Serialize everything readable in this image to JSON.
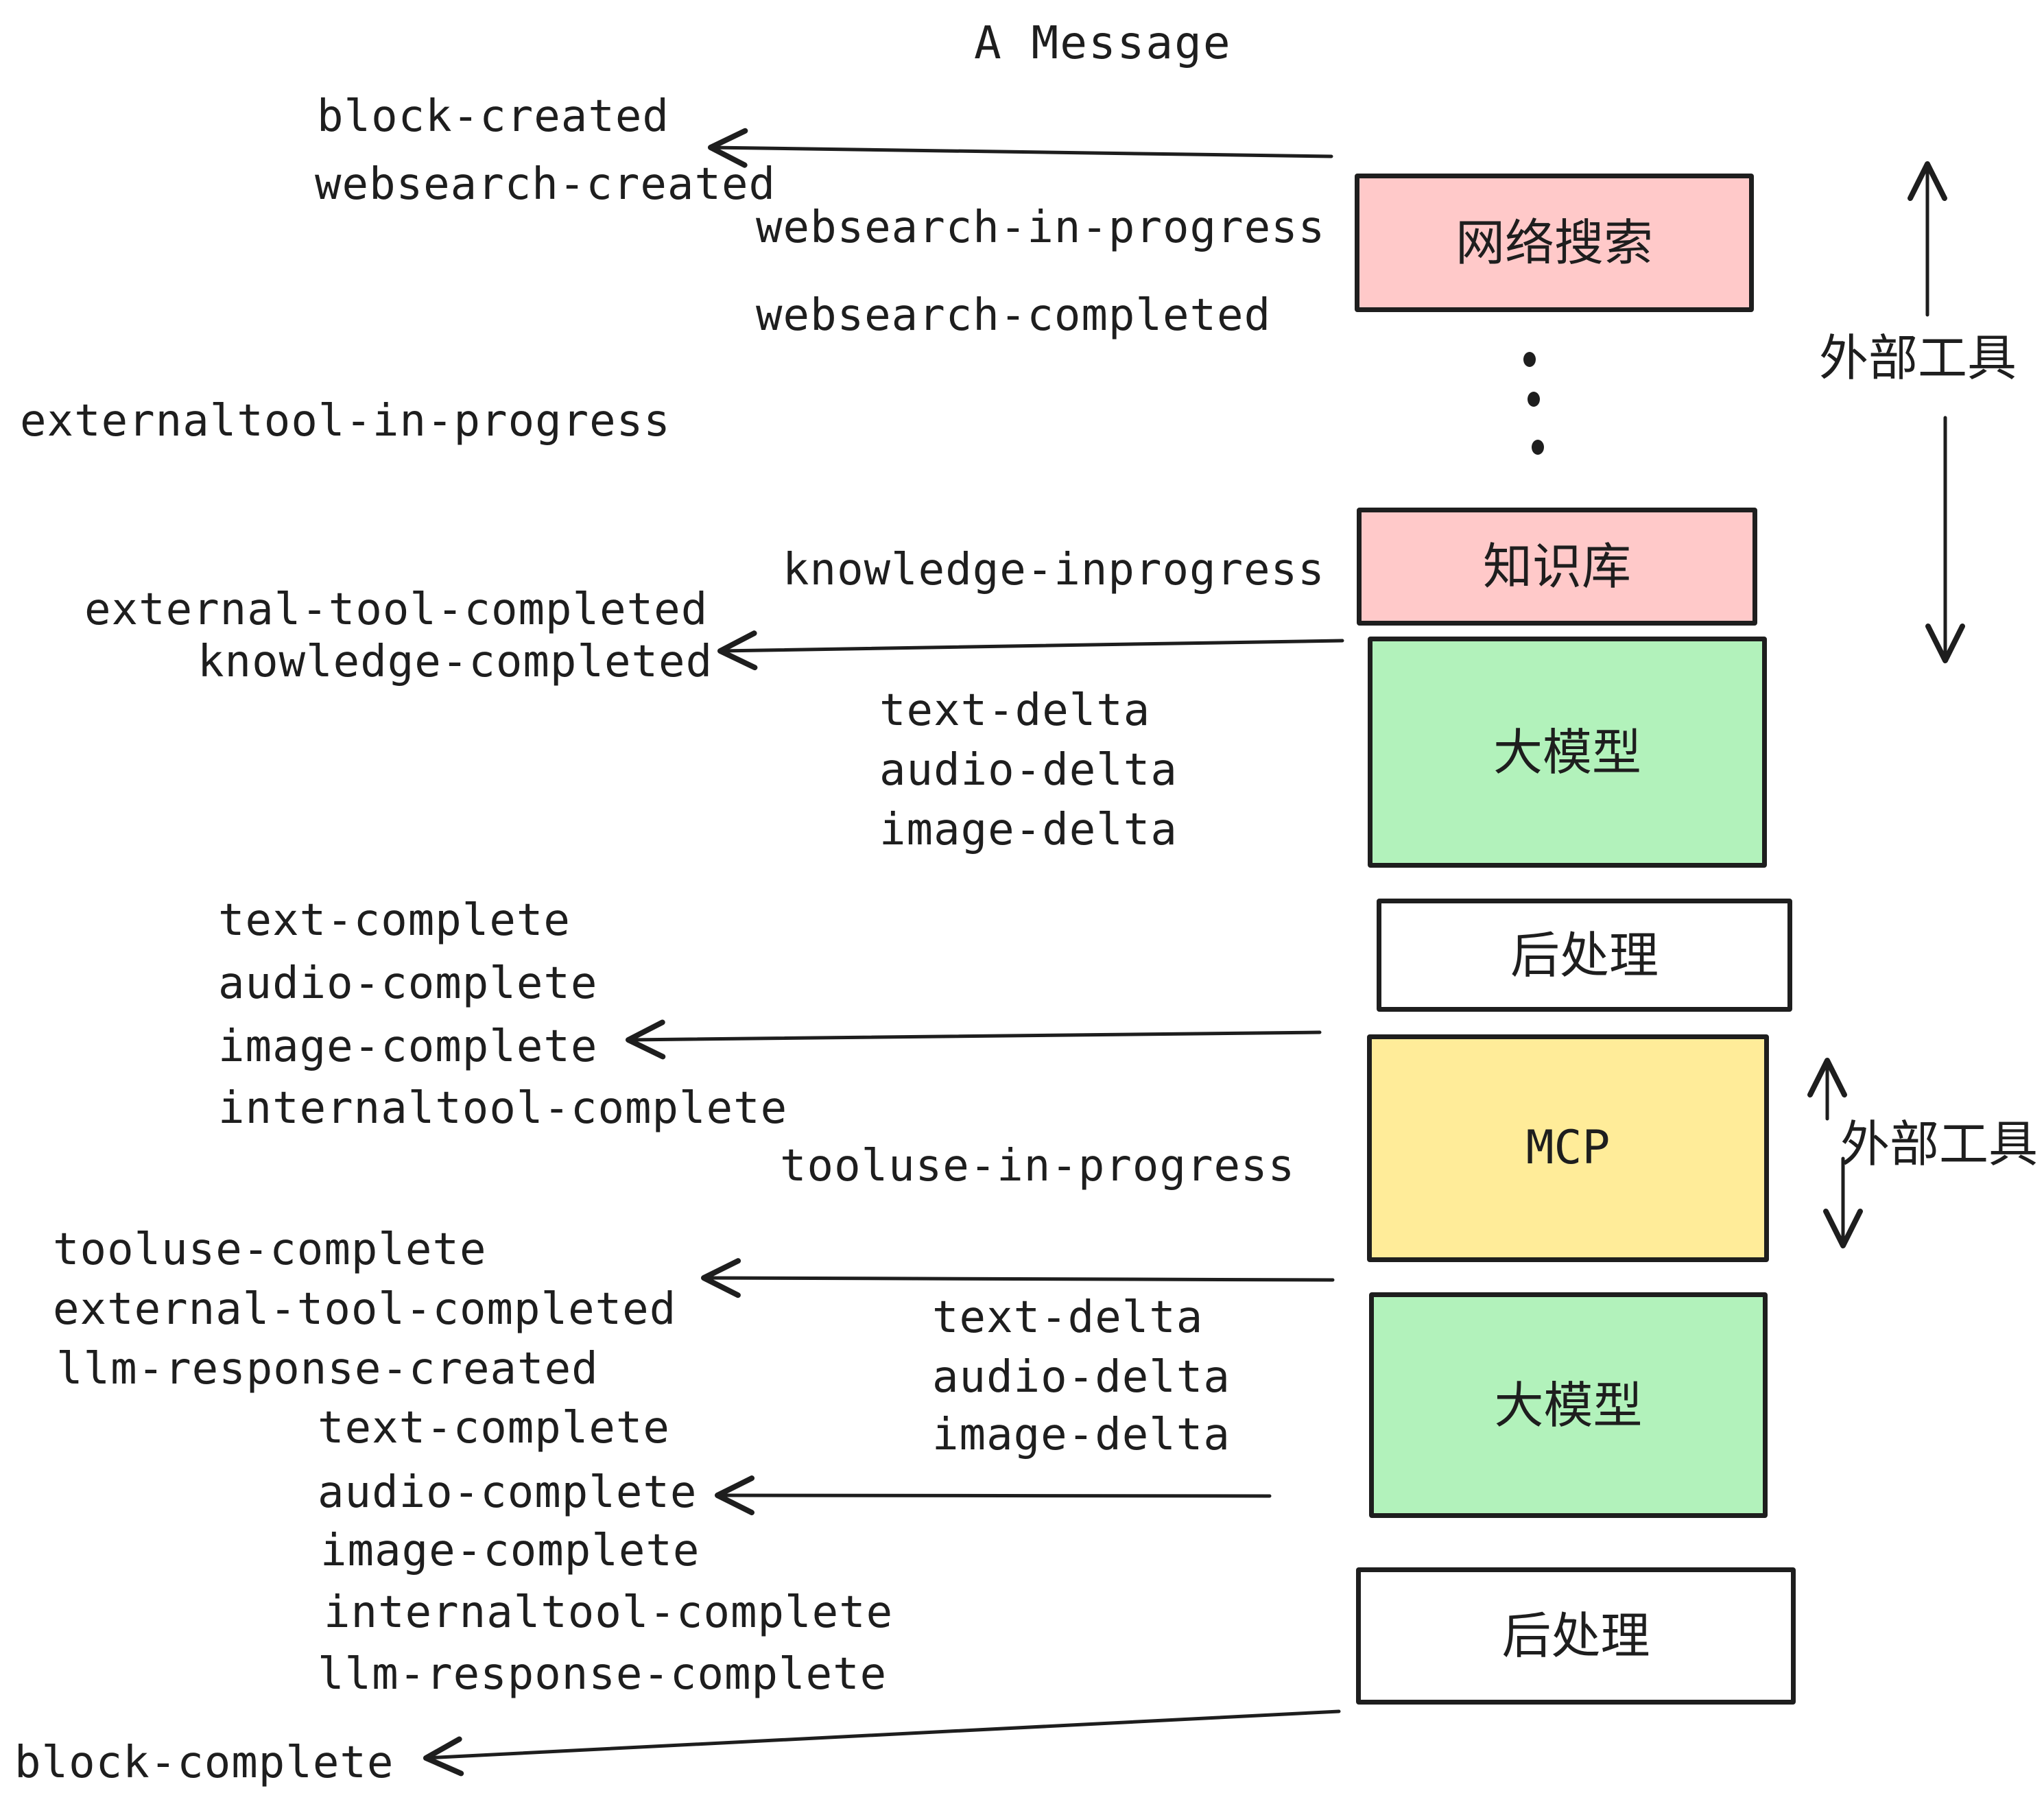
{
  "title": "A Message",
  "palette": {
    "stroke": "#1e1e1e",
    "websearch_box": "#ffc9c9",
    "knowledge_box": "#ffc9c9",
    "llm_box": "#b2f2bb",
    "post_box": "#ffffff",
    "mcp_box": "#ffec99",
    "background": "#ffffff"
  },
  "events": [
    {
      "text": "block-created"
    },
    {
      "text": "websearch-created"
    },
    {
      "text": "websearch-in-progress"
    },
    {
      "text": "websearch-completed"
    },
    {
      "text": "externaltool-in-progress"
    },
    {
      "text": "knowledge-inprogress"
    },
    {
      "text": "external-tool-completed"
    },
    {
      "text": "knowledge-completed"
    },
    {
      "text": "text-delta"
    },
    {
      "text": "audio-delta"
    },
    {
      "text": "image-delta"
    },
    {
      "text": "text-complete"
    },
    {
      "text": "audio-complete"
    },
    {
      "text": "image-complete"
    },
    {
      "text": "internaltool-complete"
    },
    {
      "text": "tooluse-in-progress"
    },
    {
      "text": "tooluse-complete"
    },
    {
      "text": "external-tool-completed"
    },
    {
      "text": "llm-response-created"
    },
    {
      "text": "text-complete"
    },
    {
      "text": "audio-complete"
    },
    {
      "text": "image-complete"
    },
    {
      "text": "internaltool-complete"
    },
    {
      "text": "llm-response-complete"
    },
    {
      "text": "block-complete"
    },
    {
      "text": "text-delta"
    },
    {
      "text": "audio-delta"
    },
    {
      "text": "image-delta"
    }
  ],
  "boxes": [
    {
      "label": "网络搜索",
      "color": "#ffc9c9"
    },
    {
      "label": "知识库",
      "color": "#ffc9c9"
    },
    {
      "label": "大模型",
      "color": "#b2f2bb"
    },
    {
      "label": "后处理",
      "color": "#ffffff"
    },
    {
      "label": "MCP",
      "color": "#ffec99"
    },
    {
      "label": "大模型",
      "color": "#b2f2bb"
    },
    {
      "label": "后处理",
      "color": "#ffffff"
    }
  ],
  "side_labels": [
    {
      "text": "外部工具"
    },
    {
      "text": "外部工具"
    }
  ]
}
